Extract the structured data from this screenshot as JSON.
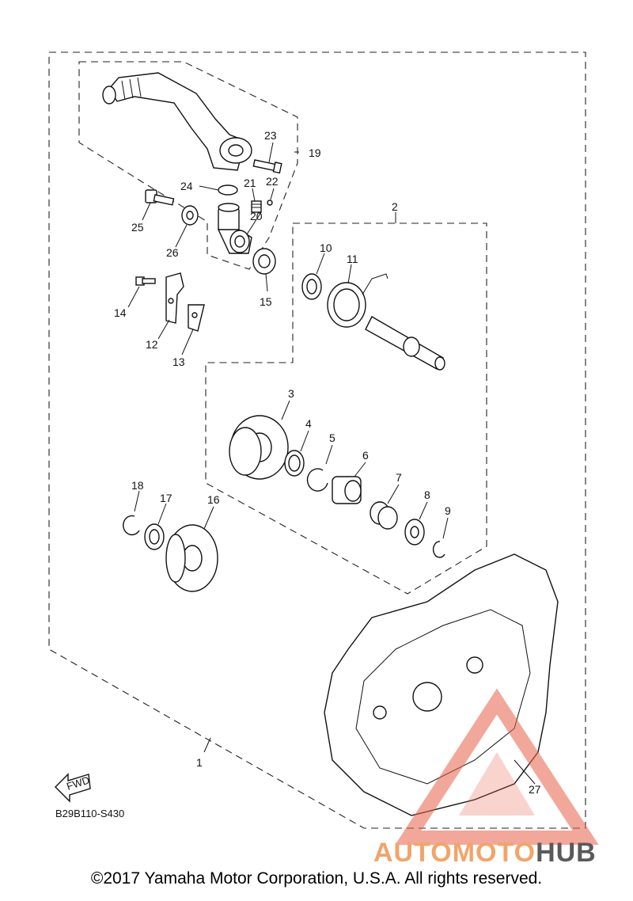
{
  "diagram": {
    "reference_code": "B29B110-S430",
    "fwd_label": "FWD",
    "callouts": {
      "c1": "1",
      "c2": "2",
      "c3": "3",
      "c4": "4",
      "c5": "5",
      "c6": "6",
      "c7": "7",
      "c8": "8",
      "c9": "9",
      "c10": "10",
      "c11": "11",
      "c12": "12",
      "c13": "13",
      "c14": "14",
      "c15": "15",
      "c16": "16",
      "c17": "17",
      "c18": "18",
      "c19": "19",
      "c20": "20",
      "c21": "21",
      "c22": "22",
      "c23": "23",
      "c24": "24",
      "c25": "25",
      "c26": "26",
      "c27": "27"
    }
  },
  "watermark": {
    "part1": "AUTOMOTO",
    "part2": "HUB",
    "accent": "#f2a46b",
    "triangle_color": "#e8604a"
  },
  "footer": {
    "copyright": "©2017 Yamaha Motor Corporation, U.S.A. All rights reserved."
  }
}
